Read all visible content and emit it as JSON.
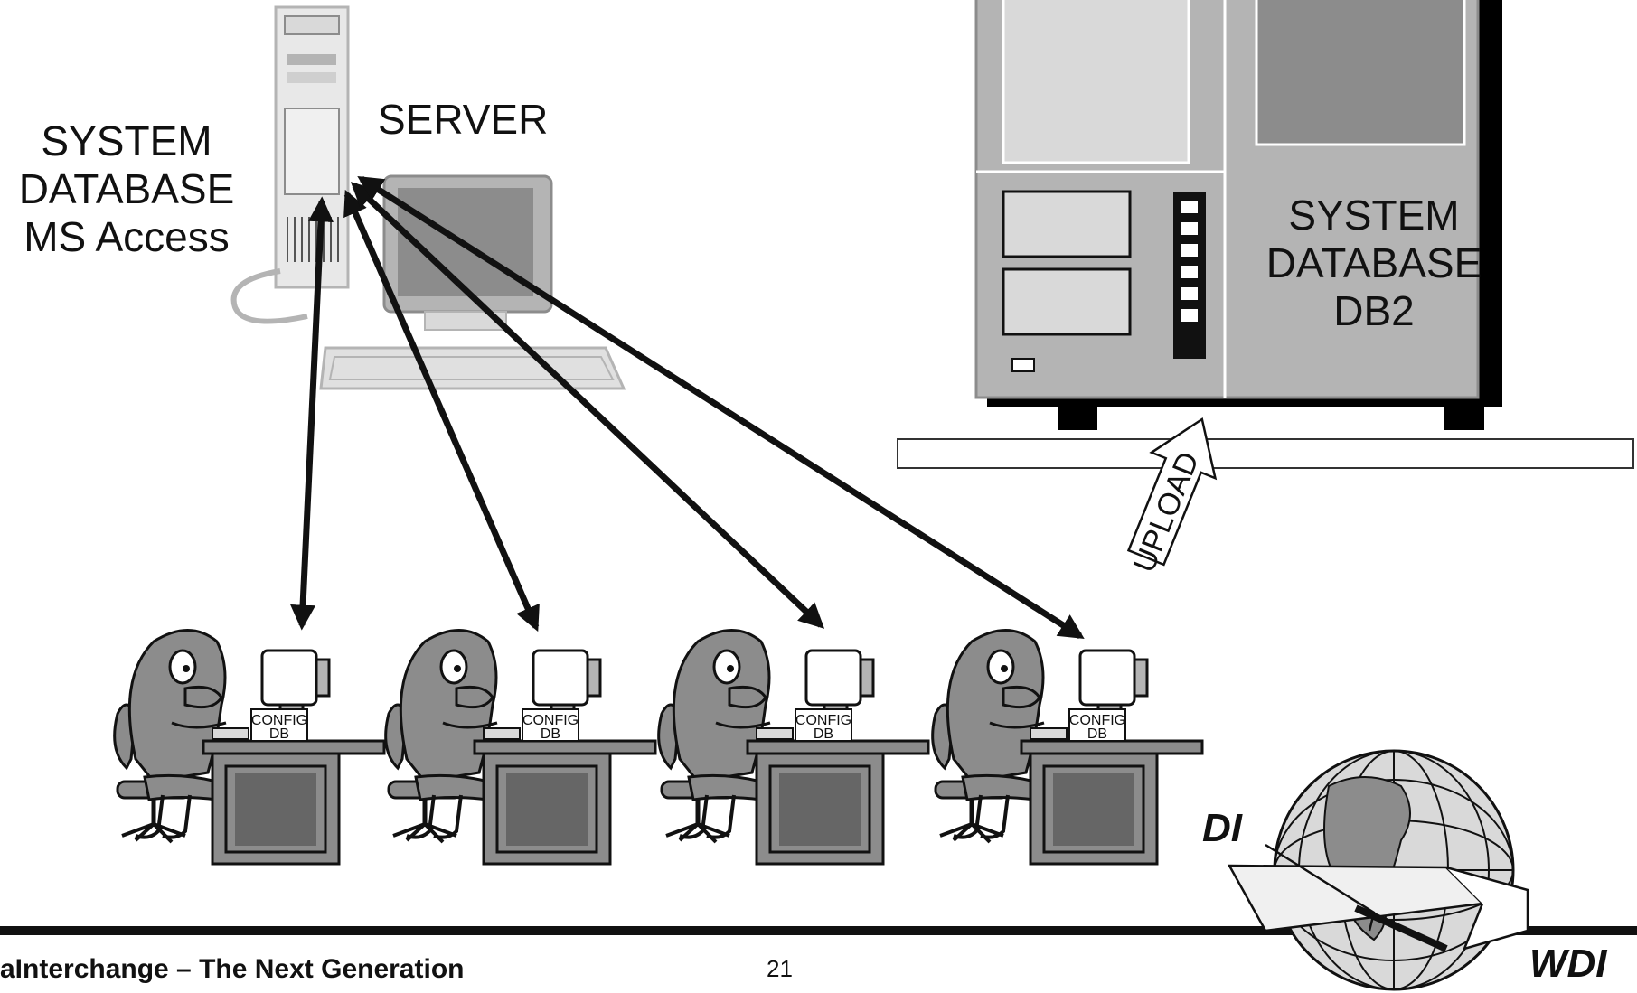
{
  "labels": {
    "system_database_access": "SYSTEM\nDATABASE\nMS Access",
    "server": "SERVER",
    "system_database_db2": "SYSTEM\nDATABASE\nDB2",
    "upload": "UPLOAD",
    "config_db_line1": "CONFIG",
    "config_db_line2": "DB"
  },
  "footer": {
    "title": "aInterchange – The Next Generation",
    "page_number": "21"
  },
  "logo": {
    "left_text": "DI",
    "right_text": "WDI"
  },
  "workstations": [
    {
      "label_line1": "CONFIG",
      "label_line2": "DB"
    },
    {
      "label_line1": "CONFIG",
      "label_line2": "DB"
    },
    {
      "label_line1": "CONFIG",
      "label_line2": "DB"
    },
    {
      "label_line1": "CONFIG",
      "label_line2": "DB"
    }
  ],
  "colors": {
    "ink": "#111111",
    "gray_dark": "#8c8c8c",
    "gray_mid": "#b4b4b4",
    "gray_light": "#d9d9d9"
  }
}
